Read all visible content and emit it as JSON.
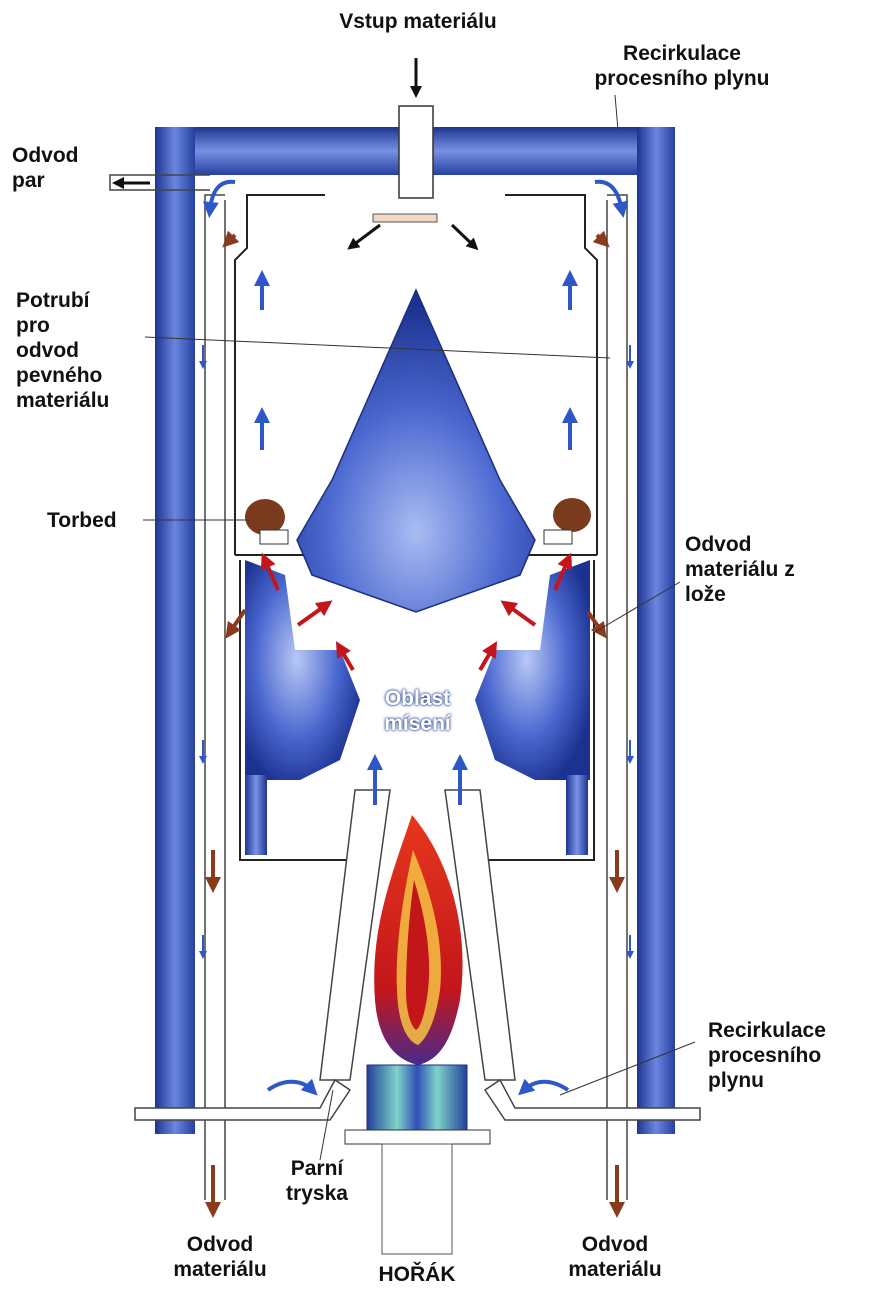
{
  "labels": {
    "vstup": "Vstup materiálu",
    "recirk_top": "Recirkulace\nprocesního plynu",
    "odvod_par": "Odvod\npar",
    "potrubi": "Potrubí\npro\nodvod\npevného\nmateriálu",
    "torbed": "Torbed",
    "odvod_loze": "Odvod\nmateriálu z\nlože",
    "oblast": "Oblast\nmísení",
    "recirk_bottom": "Recirkulace\nprocesního\nplynu",
    "parni": "Parní\ntryska",
    "odvod_left": "Odvod\nmateriálu",
    "horak": "HOŘÁK",
    "odvod_right": "Odvod\nmateriálu"
  },
  "colors": {
    "frame_blue": "#2a49b5",
    "body_blue": "#3a55c0",
    "flow_blue": "#2e57c8",
    "flow_red": "#c4141c",
    "flow_brown": "#8a3b1c",
    "flame_red": "#d4231a",
    "flame_yellow": "#f6c343"
  }
}
